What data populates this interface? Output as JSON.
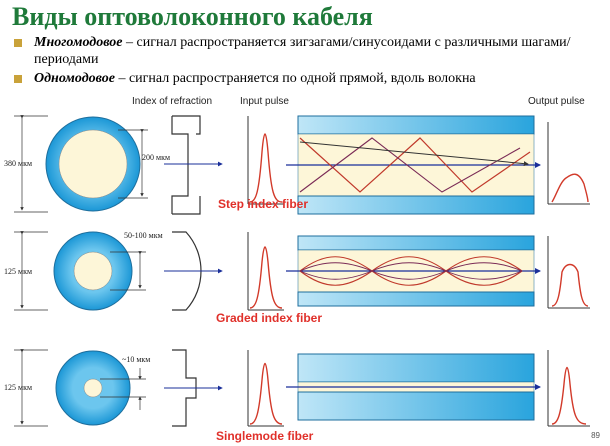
{
  "title": "Виды оптоволоконного кабеля",
  "bullets": [
    {
      "term": "Многомодовое",
      "text": " – сигнал распространяется зигзагами/синусоидами с различными шагами/периодами"
    },
    {
      "term": "Одномодовое",
      "text": " – сигнал распространяется по одной прямой, вдоль волокна"
    }
  ],
  "diagram": {
    "headers": {
      "index": "Index of refraction",
      "input": "Input pulse",
      "output": "Output pulse"
    },
    "rows": [
      {
        "label": "Step index fiber",
        "outer_dim": "380 мкм",
        "core_dim": "200 мкм"
      },
      {
        "label": "Graded index fiber",
        "outer_dim": "125 мкм",
        "core_dim": "50-100 мкм"
      },
      {
        "label": "Singlemode fiber",
        "outer_dim": "125 мкм",
        "core_dim": "~10 мкм"
      }
    ]
  },
  "page_number": "89",
  "colors": {
    "title": "#1f7a3a",
    "cladding": "#2aa8e0",
    "core": "#fdf6d8",
    "label": "#e0302a",
    "bullet": "#c9a23a"
  }
}
